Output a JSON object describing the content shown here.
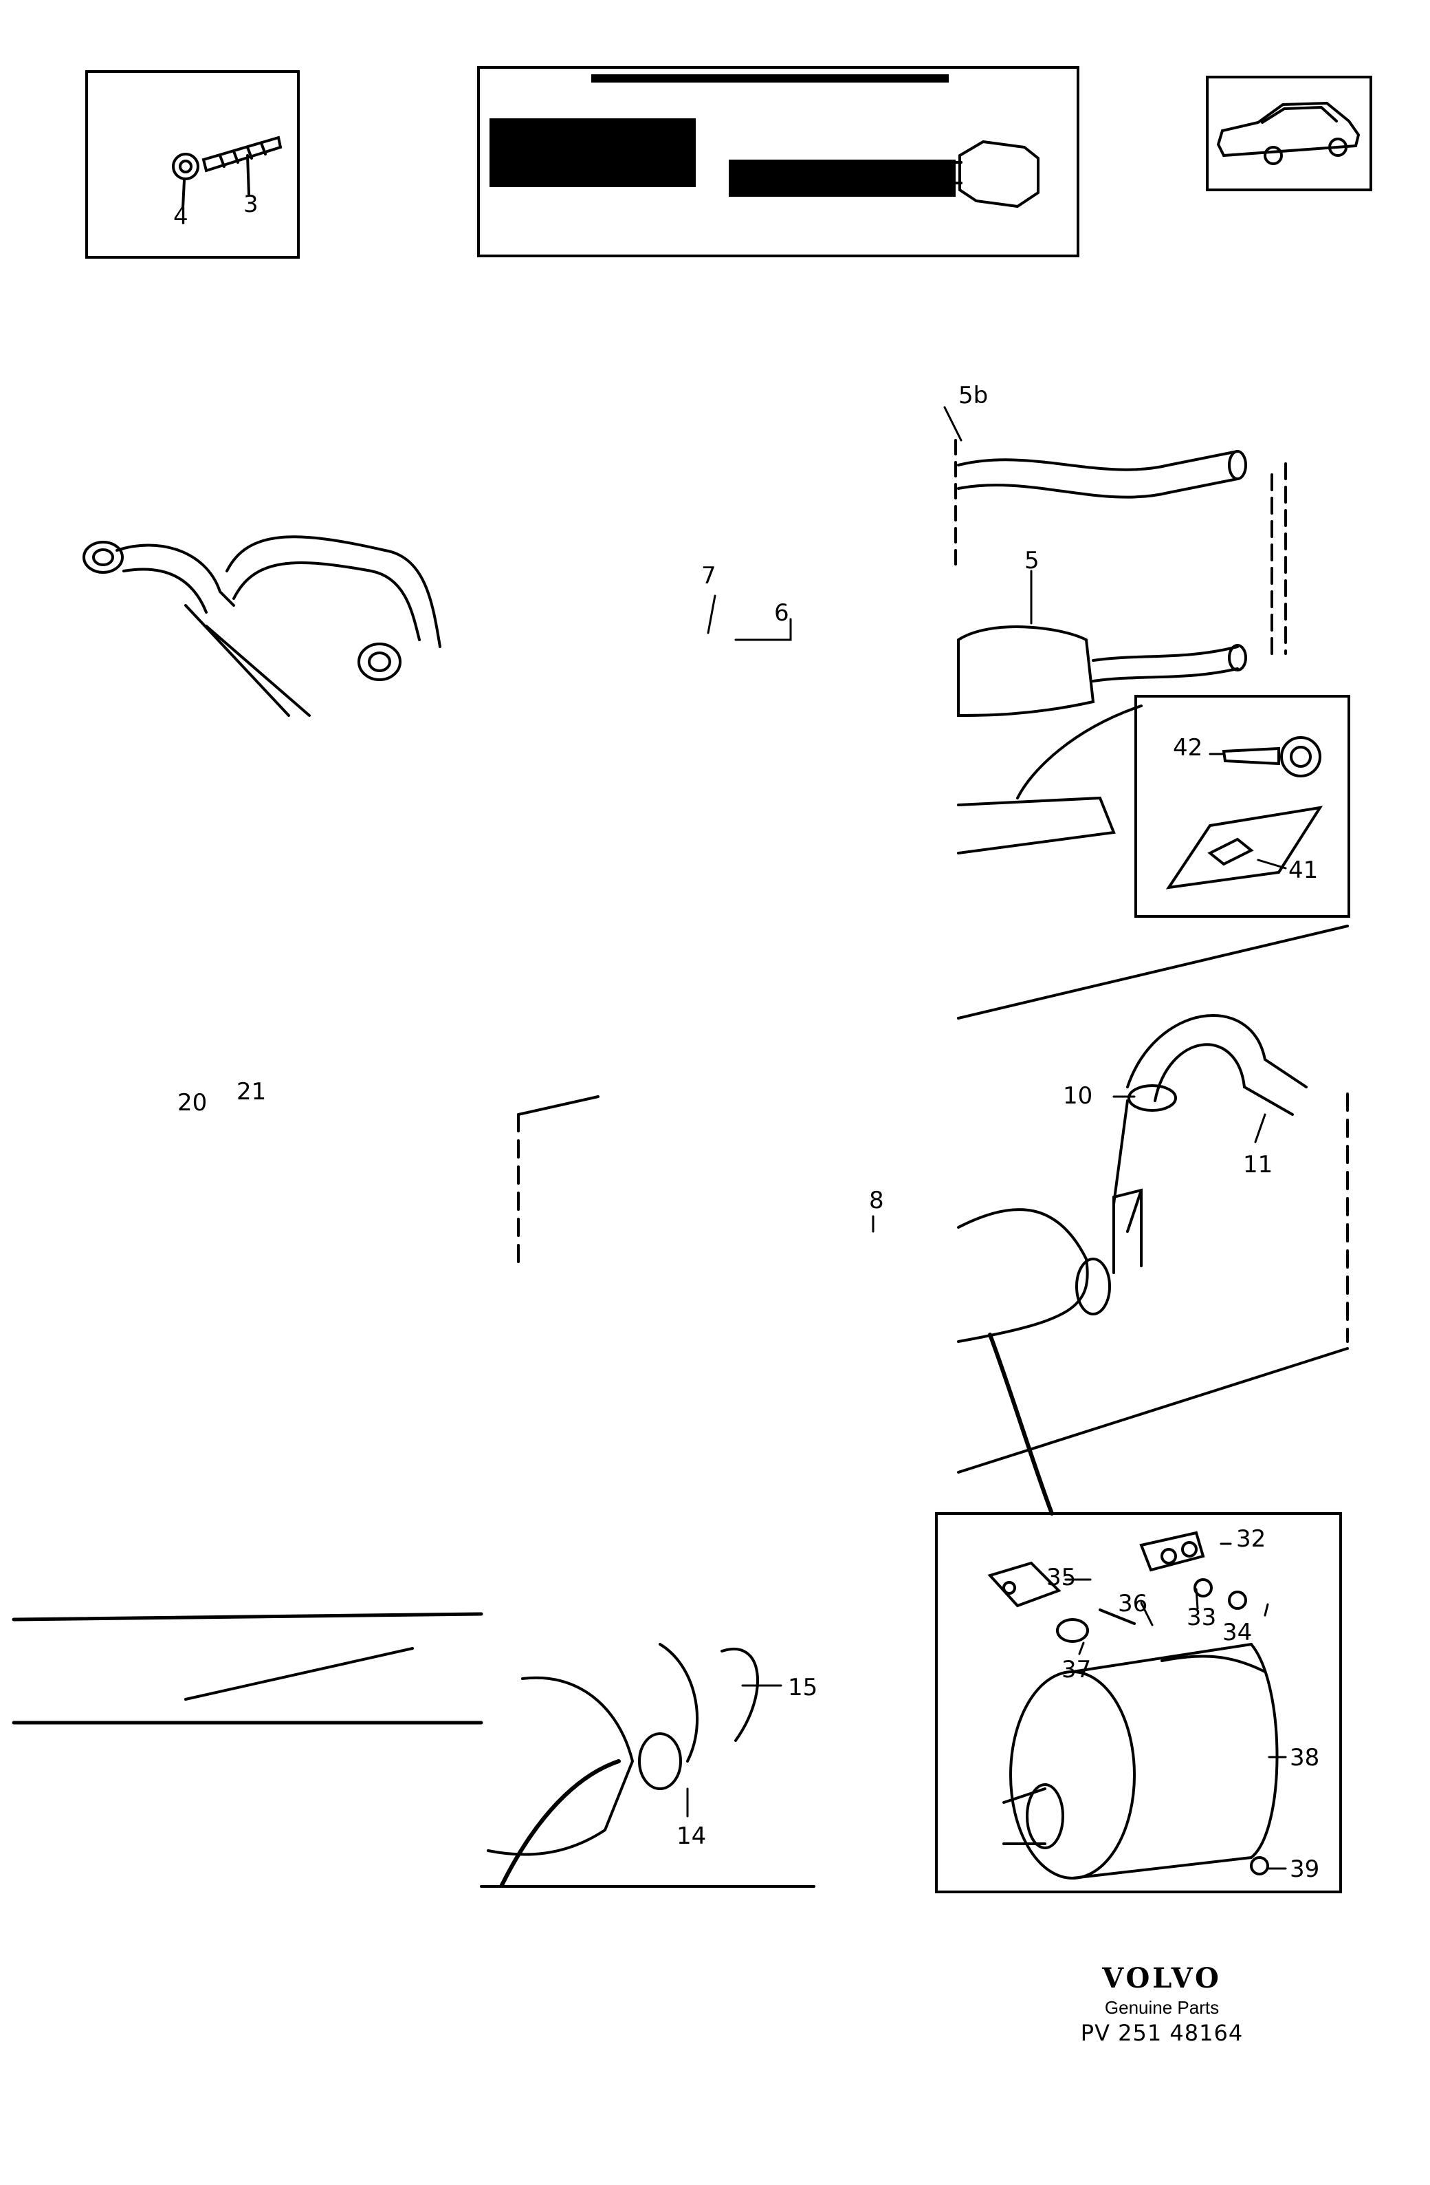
{
  "callouts": {
    "n3": "3",
    "n4": "4",
    "n5b": "5b",
    "n5": "5",
    "n6": "6",
    "n7": "7",
    "n8": "8",
    "n10": "10",
    "n11": "11",
    "n14": "14",
    "n15": "15",
    "n20": "20",
    "n21": "21",
    "n32": "32",
    "n33": "33",
    "n34": "34",
    "n35": "35",
    "n36": "36",
    "n37": "37",
    "n38": "38",
    "n39": "39",
    "n41": "41",
    "n42": "42"
  },
  "brand": {
    "logo": "VOLVO",
    "subtitle": "Genuine Parts",
    "part_number": "PV 251 48164"
  }
}
